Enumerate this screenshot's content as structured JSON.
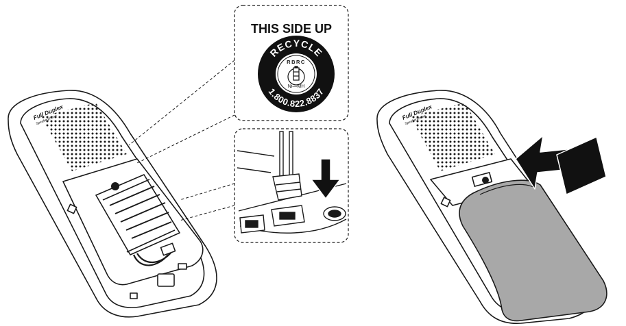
{
  "callout_top": {
    "heading": "THIS SIDE UP",
    "seal": {
      "ring_text_top": "RECYCLE",
      "ring_text_bottom": "1.800.822.8837",
      "inner_text": "RBRC",
      "chemistry": "Ni—MH"
    }
  },
  "handset_left": {
    "label": "Full Duplex",
    "sublabel": "Speakerphone"
  },
  "handset_right": {
    "label": "Full Duplex",
    "sublabel": "Speakerphone"
  },
  "colors": {
    "line": "#1a1a1a",
    "cover": "#a8a8a8",
    "dots": "#1a1a1a",
    "seal": "#111111"
  },
  "icons": [
    "down-arrow-icon",
    "up-arrow-icon",
    "recycle-seal-icon"
  ]
}
